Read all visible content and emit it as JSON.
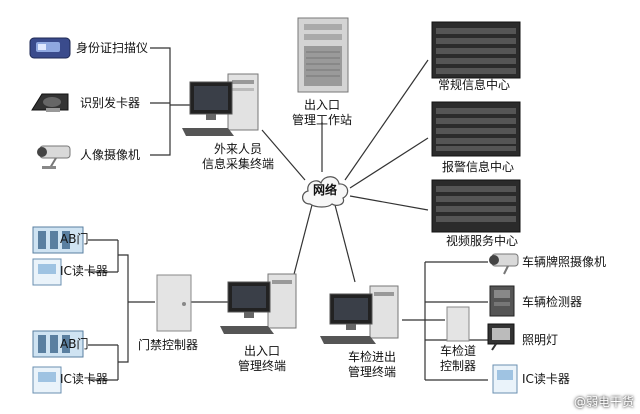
{
  "network": {
    "label": "网络"
  },
  "top_left": {
    "id_scanner": "身份证扫描仪",
    "card_issuer": "识别发卡器",
    "person_camera": "人像摄像机",
    "collector_line1": "外来人员",
    "collector_line2": "信息采集终端"
  },
  "top_center": {
    "line1": "出入口",
    "line2": "管理工作站"
  },
  "servers": {
    "regular": "常规信息中心",
    "alarm": "报警信息中心",
    "video": "视频服务中心"
  },
  "bottom_left": {
    "ab_door_1": "AB门",
    "ic_reader_1": "IC读卡器",
    "ab_door_2": "AB门",
    "ic_reader_2": "IC读卡器",
    "access_controller": "门禁控制器",
    "terminal_line1": "出入口",
    "terminal_line2": "管理终端"
  },
  "bottom_right": {
    "vehicle_terminal_line1": "车检进出",
    "vehicle_terminal_line2": "管理终端",
    "lane_controller_line1": "车检道",
    "lane_controller_line2": "控制器",
    "plate_camera": "车辆牌照摄像机",
    "vehicle_detector": "车辆检测器",
    "lighting": "照明灯",
    "ic_reader": "IC读卡器"
  },
  "watermark": "@弱电干货"
}
